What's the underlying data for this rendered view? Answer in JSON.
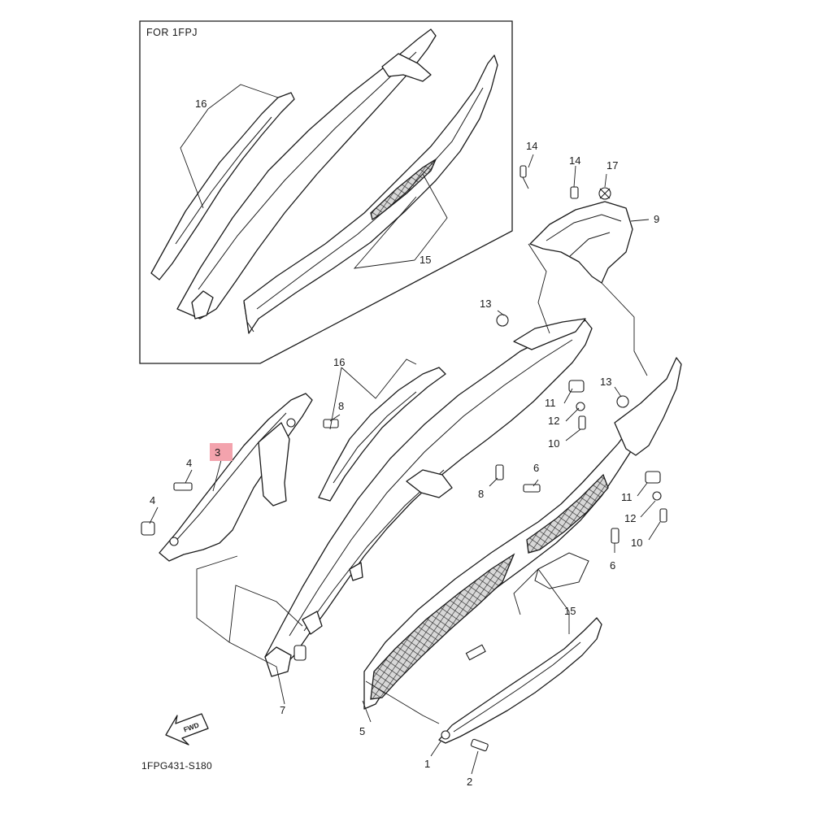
{
  "inset": {
    "title": "FOR 1FPJ",
    "labels": [
      "16",
      "15"
    ]
  },
  "diagram_code": "1FPG431-S180",
  "fwd_arrow_text": "FWD",
  "highlight_color": "#f3a3ad",
  "callouts": {
    "c1": "1",
    "c2": "2",
    "c3": "3",
    "c4a": "4",
    "c4b": "4",
    "c5": "5",
    "c6a": "6",
    "c6b": "6",
    "c7": "7",
    "c8a": "8",
    "c8b": "8",
    "c9": "9",
    "c10a": "10",
    "c10b": "10",
    "c11a": "11",
    "c11b": "11",
    "c12a": "12",
    "c12b": "12",
    "c13a": "13",
    "c13b": "13",
    "c14a": "14",
    "c14b": "14",
    "c15": "15",
    "c16": "16",
    "c17": "17"
  }
}
